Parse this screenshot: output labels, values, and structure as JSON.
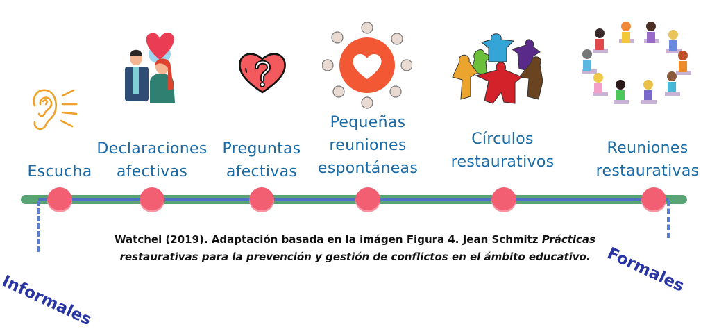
{
  "stages": [
    {
      "id": "escucha",
      "label_lines": [
        "Escucha"
      ],
      "icon": "ear-icon"
    },
    {
      "id": "declaraciones",
      "label_lines": [
        "Declaraciones",
        "afectivas"
      ],
      "icon": "couple-heart-icon"
    },
    {
      "id": "preguntas",
      "label_lines": [
        "Preguntas",
        "afectivas"
      ],
      "icon": "heart-question-icon"
    },
    {
      "id": "pequenas",
      "label_lines": [
        "Pequeñas",
        "reuniones",
        "espontáneas"
      ],
      "icon": "people-around-heart-icon"
    },
    {
      "id": "circulos",
      "label_lines": [
        "Círculos",
        "restaurativos"
      ],
      "icon": "people-circle-icon"
    },
    {
      "id": "reuniones",
      "label_lines": [
        "Reuniones",
        "restaurativas"
      ],
      "icon": "meeting-chairs-icon"
    }
  ],
  "ends": {
    "left": "Informales",
    "right": "Formales"
  },
  "caption": {
    "line1_regular": "Watchel (2019). Adaptación basada en la imágen  Figura 4. Jean Schmitz ",
    "line1_italic": "Prácticas",
    "line2_italic": "restaurativas para la prevención y gestión de conflictos en el ámbito educativo."
  },
  "colors": {
    "label": "#1a6aa6",
    "track": "#58a474",
    "track_inner": "#4f74c6",
    "node": "#f25f72",
    "end_label": "#2a35a4"
  }
}
